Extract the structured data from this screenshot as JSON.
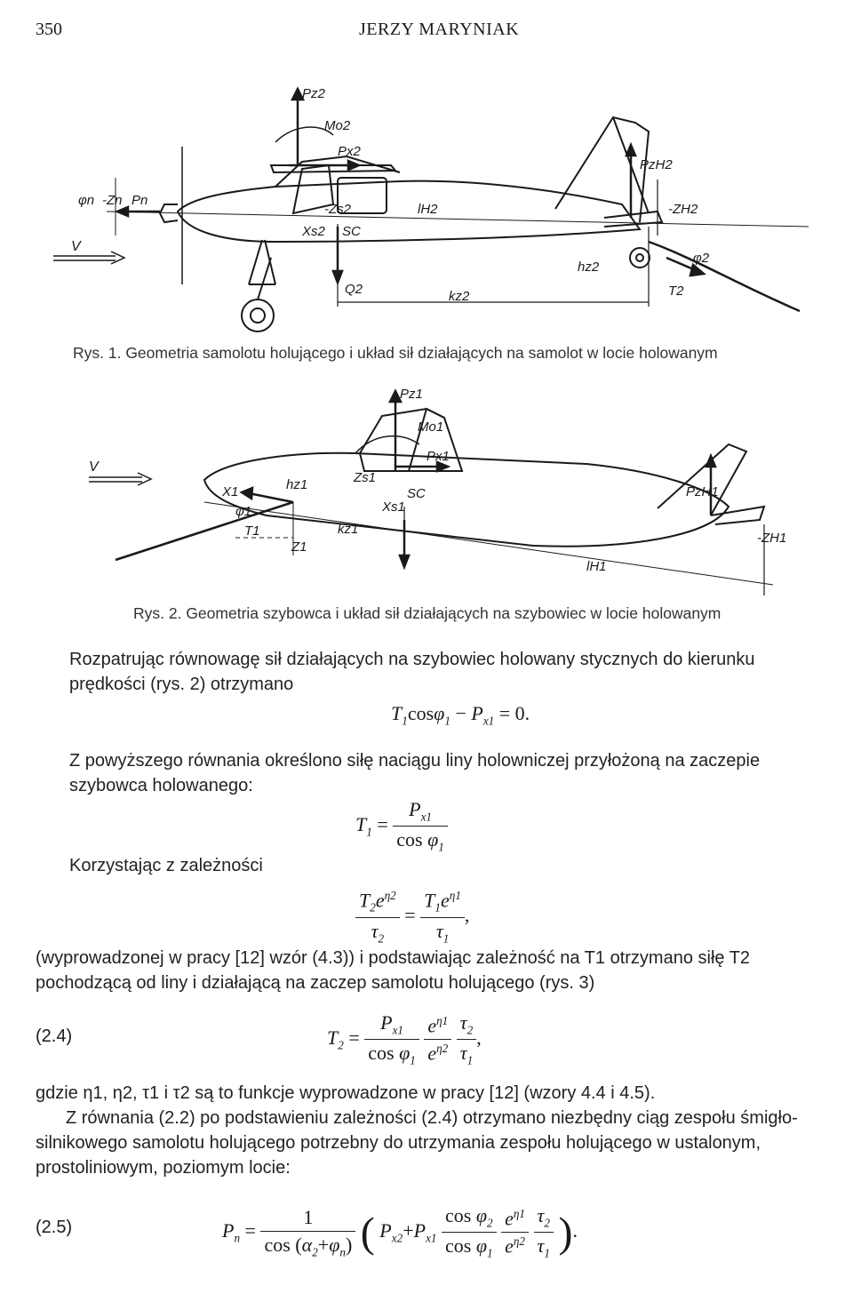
{
  "header": {
    "page_number": "350",
    "author": "JERZY MARYNIAK"
  },
  "figure1": {
    "caption": "Rys. 1. Geometria samolotu holującego i układ sił działających na samolot w locie holowanym",
    "labels": {
      "pz2": "Pz2",
      "mo2": "Mo2",
      "px2": "Px2",
      "phi_n": "φn",
      "zn": "-Zn",
      "pn": "Pn",
      "v": "V",
      "zs2": "-Zs2",
      "xs2": "Xs2",
      "sc": "SC",
      "lh2": "lH2",
      "q2": "Q2",
      "kz2": "kz2",
      "hz2": "hz2",
      "pzh2": "PzH2",
      "zh2": "-ZH2",
      "phi2": "φ2",
      "t2": "T2"
    }
  },
  "figure2": {
    "caption": "Rys. 2. Geometria szybowca i układ sił działających na szybowiec w locie holowanym",
    "labels": {
      "pz1": "Pz1",
      "mo1": "Mo1",
      "px1": "Px1",
      "v": "V",
      "x1": "X1",
      "phi1": "φ1",
      "t1": "T1",
      "z1": "Z1",
      "hz1": "hz1",
      "zs1": "Zs1",
      "xs1": "Xs1",
      "sc": "SC",
      "kz1": "kz1",
      "pzh1": "PzH1",
      "zh1": "-ZH1",
      "lh1": "lH1"
    }
  },
  "text": {
    "p1": "Rozpatrując równowagę sił działających na szybowiec holowany stycznych do kierunku prędkości (rys. 2) otrzymano",
    "p2": "Z powyższego równania określono siłę naciągu liny holowniczej przyłożoną na zaczepie szybowca holowanego:",
    "p3": "Korzystając z zależności",
    "p4": "(wyprowadzonej w pracy [12] wzór (4.3)) i podstawiając zależność na T1 otrzymano siłę T2 pochodzącą od liny i działającą na zaczep samolotu holującego (rys. 3)",
    "p5": "gdzie η1, η2, τ1 i τ2 są to funkcje wyprowadzone w pracy [12] (wzory 4.4 i 4.5).",
    "p6": "Z równania (2.2) po podstawieniu zależności (2.4) otrzymano niezbędny ciąg zespołu śmigło-silnikowego samolotu holującego potrzebny do utrzymania zespołu holującego w ustalonym, prostoliniowym, poziomym locie:"
  },
  "equations": {
    "eq_a": "T1 cos φ1 − Px1 = 0.",
    "eq_b": {
      "lhs": "T1 =",
      "num": "Px1",
      "den": "cos φ1"
    },
    "eq_c": {
      "l_num": "T2 e^η2",
      "l_den": "τ2",
      "r_num": "T1 e^η1",
      "r_den": "τ1"
    },
    "eq_24": {
      "number": "(2.4)",
      "lhs": "T2 ="
    },
    "eq_25": {
      "number": "(2.5)",
      "lhs": "Pn =",
      "num": "1",
      "den": "cos (α2 + φn)"
    }
  }
}
